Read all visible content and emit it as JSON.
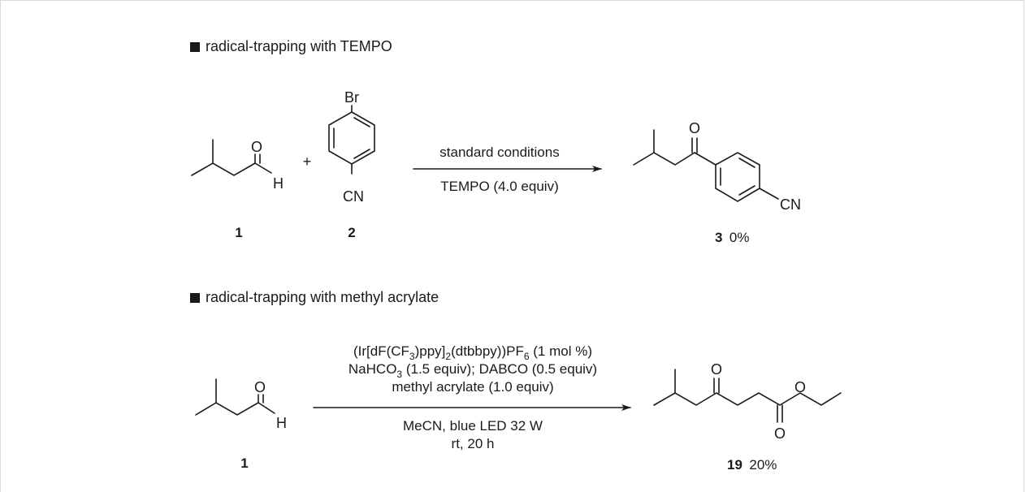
{
  "section1": {
    "title": "radical-trapping with TEMPO",
    "plus": "+",
    "aldehyde": {
      "O": "O",
      "H": "H",
      "number": "1"
    },
    "aryl_bromide": {
      "Br": "Br",
      "CN": "CN",
      "number": "2"
    },
    "conditions_above": "standard conditions",
    "conditions_below": "TEMPO (4.0 equiv)",
    "product": {
      "O": "O",
      "CN": "CN",
      "number": "3",
      "yield": "0%"
    }
  },
  "section2": {
    "title": "radical-trapping with methyl acrylate",
    "aldehyde": {
      "O": "O",
      "H": "H",
      "number": "1"
    },
    "catalyst": {
      "a": "(Ir[dF(CF",
      "sub1": "3",
      "b": ")ppy]",
      "sub2": "2",
      "c": "(dtbbpy))PF",
      "sub3": "6",
      "d": " (1 mol %)"
    },
    "base_line": {
      "a": "NaHCO",
      "sub1": "3",
      "b": " (1.5 equiv); DABCO (0.5 equiv)"
    },
    "reagent_line": "methyl acrylate (1.0 equiv)",
    "solvent_line": "MeCN, blue LED 32 W",
    "time_line": "rt, 20 h",
    "product": {
      "O_ketone": "O",
      "O_ester_ether": "O",
      "O_ester_carbonyl": "O",
      "number": "19",
      "yield": "20%"
    }
  }
}
